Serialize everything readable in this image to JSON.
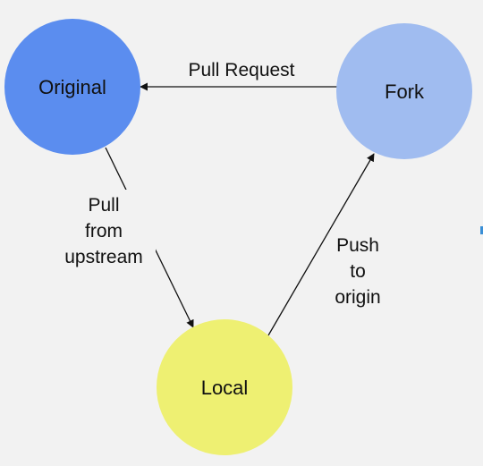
{
  "nodes": {
    "original": {
      "label": "Original",
      "color": "#5b8def"
    },
    "fork": {
      "label": "Fork",
      "color": "#a0bcf0"
    },
    "local": {
      "label": "Local",
      "color": "#eef072"
    }
  },
  "edges": {
    "pull_request": {
      "label": "Pull Request"
    },
    "pull_from_upstream": {
      "lines": [
        "Pull",
        "from",
        "upstream"
      ]
    },
    "push_to_origin": {
      "lines": [
        "Push",
        "to",
        "origin"
      ]
    }
  },
  "colors": {
    "background": "#f2f2f2",
    "edge": "#111111",
    "edge_label_backdrop": "#f2f2f2",
    "edge_marker": "#3a8fd6"
  }
}
